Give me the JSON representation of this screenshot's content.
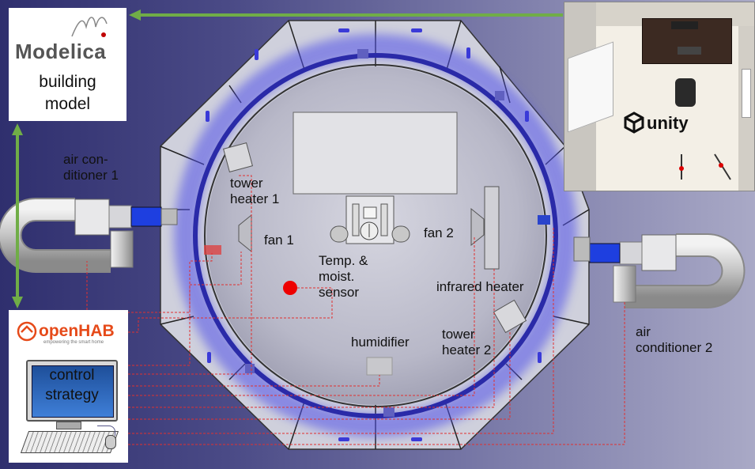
{
  "modelica": {
    "logo_text": "Modelica",
    "line1": "building",
    "line2": "model"
  },
  "openhab": {
    "logo_text": "openHAB",
    "tagline": "empowering the smart home",
    "monitor_line1": "control",
    "monitor_line2": "strategy"
  },
  "unity": {
    "logo_text": "unity"
  },
  "labels": {
    "ac1_line1": "air con-",
    "ac1_line2": "ditioner 1",
    "ac2_line1": "air",
    "ac2_line2": "conditioner 2",
    "tower1_line1": "tower",
    "tower1_line2": "heater 1",
    "fan1": "fan 1",
    "fan2": "fan 2",
    "sensor_line1": "Temp. &",
    "sensor_line2": "moist.",
    "sensor_line3": "sensor",
    "infrared": "infrared heater",
    "tower2_line1": "tower",
    "tower2_line2": "heater 2",
    "humidifier": "humidifier"
  },
  "colors": {
    "arrow_green": "#70ad47",
    "ring_blue": "#3a3ad8",
    "duct_blue": "#1e3fe0",
    "wire_red": "#e03030",
    "sensor_red": "#ee0000",
    "openhab_orange": "#e64a19",
    "modelica_red": "#c00000"
  }
}
